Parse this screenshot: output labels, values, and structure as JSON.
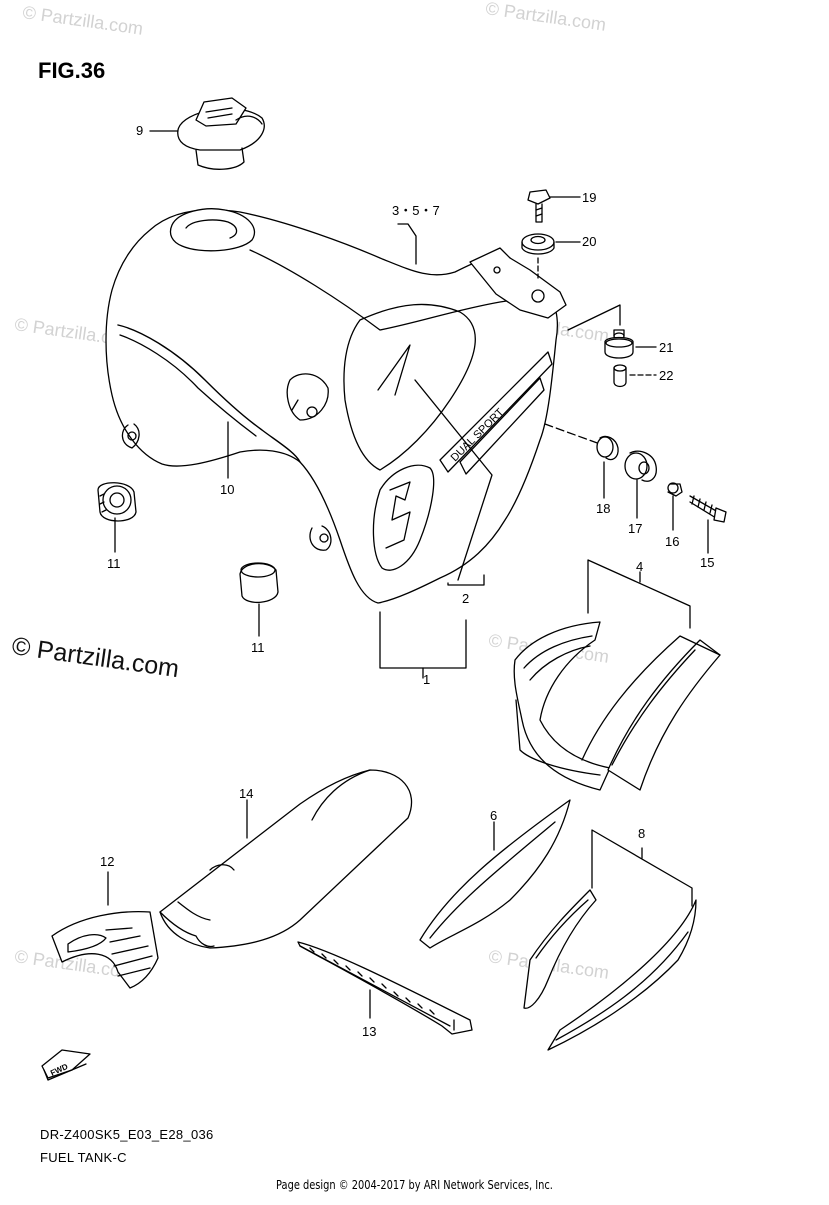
{
  "figure": {
    "title": "FIG.36"
  },
  "watermark": {
    "small": "© Partzilla.com",
    "large": "© Partzilla.com"
  },
  "fwd_label": "FWD",
  "callouts": [
    "1",
    "2",
    "3・5・7",
    "4",
    "6",
    "8",
    "9",
    "10",
    "11",
    "11",
    "12",
    "13",
    "14",
    "15",
    "16",
    "17",
    "18",
    "19",
    "20",
    "21",
    "22"
  ],
  "decal_text": "DUAL SPORT",
  "model_code": "DR-Z400SK5_E03_E28_036",
  "subtitle": "FUEL TANK-C",
  "footer": "Page design © 2004-2017 by ARI Network Services, Inc."
}
